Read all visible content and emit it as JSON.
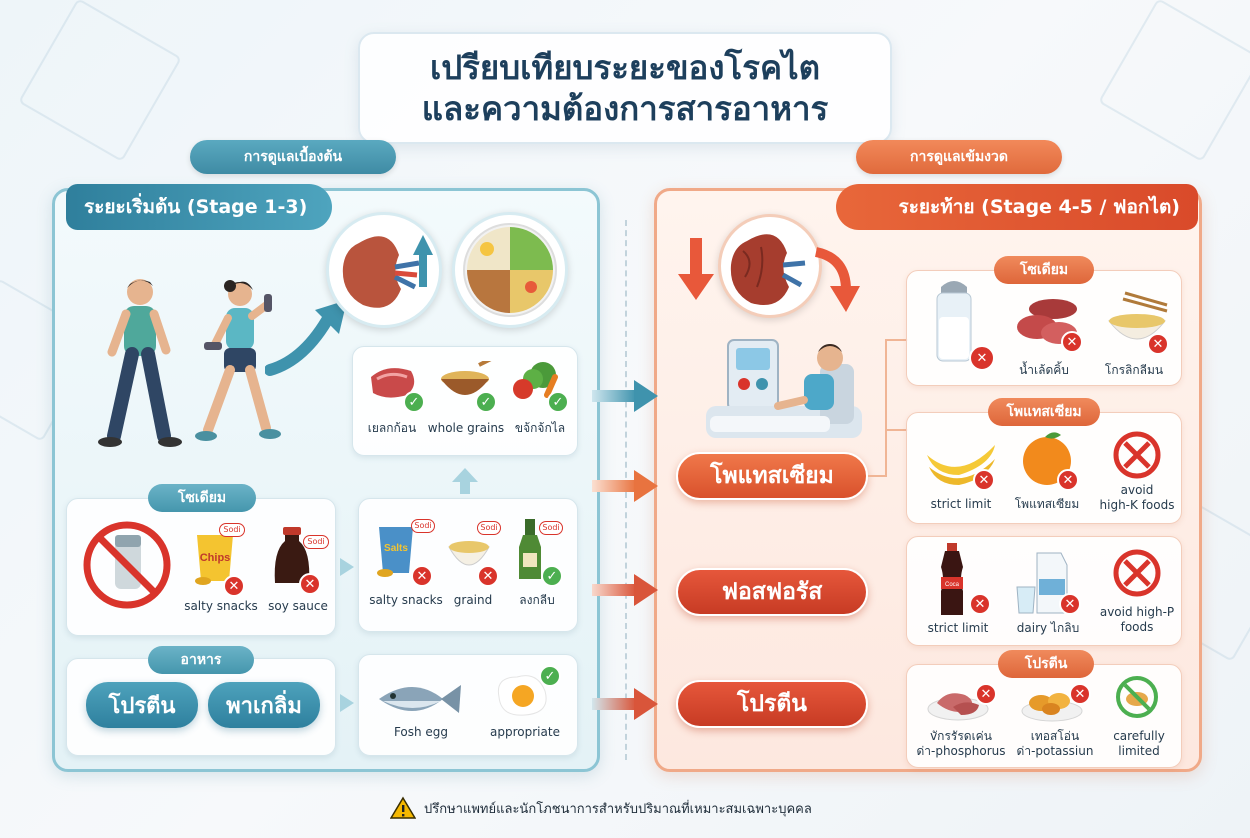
{
  "title": {
    "line1": "เปรียบเทียบระยะของโรคไต",
    "line2": "และความต้องการสารอาหาร"
  },
  "left": {
    "header_pill": "การดูแลเบื้องต้น",
    "stage_label": "ระยะเริ่มต้น (Stage 1-3)",
    "good_foods": [
      {
        "label": "เยลกก้อน",
        "icon": "meat-icon"
      },
      {
        "label": "whole grains",
        "icon": "grain-bowl-icon"
      },
      {
        "label": "ขจ้กจ้กไล",
        "icon": "vegetables-icon"
      }
    ],
    "sodium_section": {
      "label": "โซเดียม",
      "items": [
        {
          "label": "salty snacks",
          "icon": "chips-icon",
          "chip_text": "Chips",
          "tag": "Sodi"
        },
        {
          "label": "soy sauce",
          "icon": "soy-sauce-icon",
          "tag": "Sodi"
        }
      ]
    },
    "sodium_alt": [
      {
        "label": "salty snacks",
        "icon": "chips-icon",
        "chip_text": "Salts",
        "tag": "Sodi"
      },
      {
        "label": "graind",
        "icon": "noodle-bowl-icon",
        "tag": "Sodi"
      },
      {
        "label": "ลงกลีบ",
        "icon": "oil-bottle-icon",
        "tag": "Sodi"
      }
    ],
    "food_section": {
      "label": "อาหาร",
      "pills": [
        "โปรตีน",
        "พาเกลิ่ม"
      ]
    },
    "protein_items": [
      {
        "label": "Fosh egg",
        "icon": "fish-icon"
      },
      {
        "label": "appropriate",
        "icon": "fried-egg-icon"
      }
    ]
  },
  "right": {
    "header_pill": "การดูแลเข้มงวด",
    "stage_label": "ระยะท้าย (Stage 4-5 / ฟอกไต)",
    "nutrient_pills": [
      "โพแทสเซียม",
      "ฟอสฟอรัส",
      "โปรตีน"
    ],
    "sodium_card": {
      "label": "โซเดียม",
      "items": [
        {
          "label": "",
          "icon": "salt-shaker-icon"
        },
        {
          "label": "น้ำเล้ดคิ้บ",
          "icon": "sausage-icon"
        },
        {
          "label": "โกรลิกลีมน",
          "icon": "noodle-bowl-icon"
        }
      ]
    },
    "potassium_card": {
      "label": "โพแทสเซียม",
      "items": [
        {
          "label": "strict limit",
          "icon": "banana-icon"
        },
        {
          "label": "โพแทสเซียม",
          "icon": "orange-icon"
        },
        {
          "label": "avoid\nhigh-K foods",
          "icon": "prohibited-icon"
        }
      ]
    },
    "phosphorus_card": {
      "items": [
        {
          "label": "strict limit",
          "icon": "cola-bottle-icon",
          "bottle_text": "Coca"
        },
        {
          "label": "dairy ไกลิบ",
          "icon": "milk-carton-icon"
        },
        {
          "label": "avoid high-P\nfoods",
          "icon": "prohibited-icon"
        }
      ]
    },
    "protein_card": {
      "label": "โปรตีน",
      "items": [
        {
          "label": "vักรรัรดเค่น\nด่า-phosphorus",
          "icon": "meat-plate-icon"
        },
        {
          "label": "เทอสโอ่น\nด่า-potassiun",
          "icon": "nuts-plate-icon"
        },
        {
          "label": "carefully\nlimited",
          "icon": "limited-food-icon"
        }
      ]
    }
  },
  "footer": {
    "text": "ปรึกษาแพทย์และนักโภชนาการสำหรับปริมาณที่เหมาะสมเฉพาะบุคคล",
    "icon": "warning-icon"
  },
  "colors": {
    "teal": "#3f8ba4",
    "orange": "#e06a3c",
    "red": "#c73b24",
    "check_green": "#4caf50",
    "cross_red": "#d9342b"
  }
}
